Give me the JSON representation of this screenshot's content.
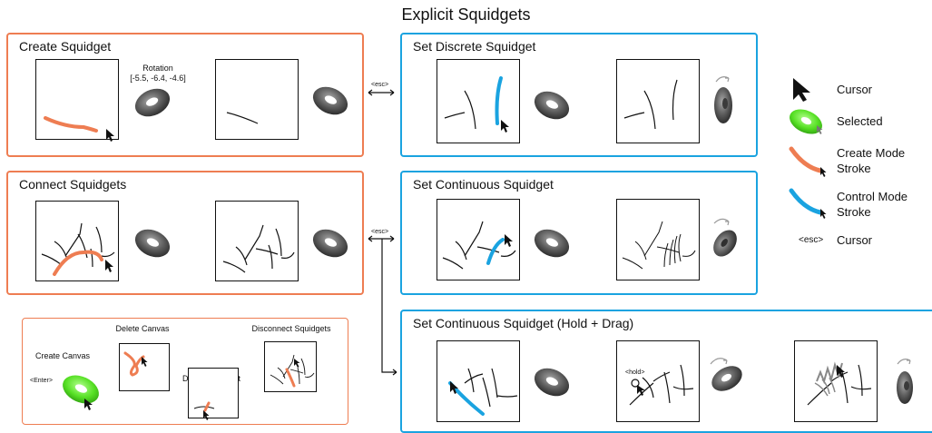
{
  "title": "Explicit Squidgets",
  "panels": {
    "create": "Create Squidget",
    "connect": "Connect Squidgets",
    "discrete": "Set Discrete Squidget",
    "continuous": "Set Continuous Squidget",
    "hold": "Set Continuous Squidget (Hold + Drag)"
  },
  "rotation": {
    "label": "Rotation",
    "value": "[-5.5, -6.4, -4.6]"
  },
  "esc": "<esc>",
  "misc": {
    "create_canvas": "Create Canvas",
    "enter": "<Enter>",
    "delete_canvas": "Delete Canvas",
    "delete_squidget": "Delete Squidget",
    "disconnect": "Disconnect Squidgets"
  },
  "hold_label": "<hold>",
  "legend": {
    "cursor": "Cursor",
    "selected": "Selected",
    "create_line1": "Create Mode",
    "create_line2": "Stroke",
    "control_line1": "Control Mode",
    "control_line2": "Stroke",
    "esc_key": "<esc>",
    "esc_cursor": "Cursor"
  },
  "colors": {
    "create": "#ee7d52",
    "control": "#1aa3e0",
    "selected": "#5fe82e",
    "torus": "#5a5a5a"
  }
}
